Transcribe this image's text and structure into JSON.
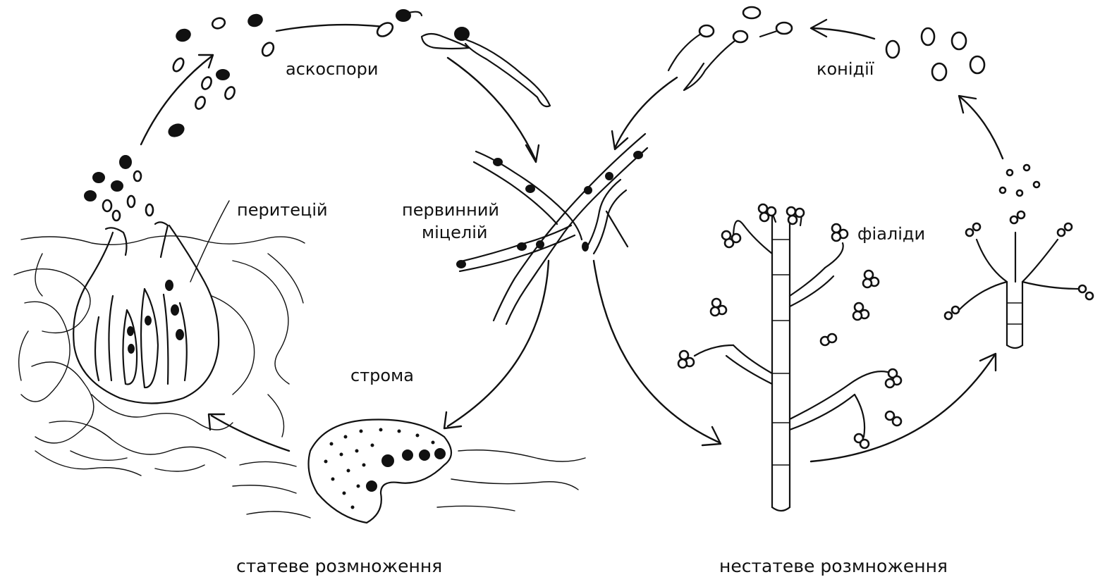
{
  "labels": {
    "ascospores": "аскоспори",
    "perithecium": "перитецій",
    "primary_mycelium_line1": "первинний",
    "primary_mycelium_line2": "міцелій",
    "stroma": "строма",
    "conidia": "конідії",
    "phialides": "фіаліди"
  },
  "captions": {
    "sexual": "статеве розмноження",
    "asexual": "нестатеве розмноження"
  }
}
